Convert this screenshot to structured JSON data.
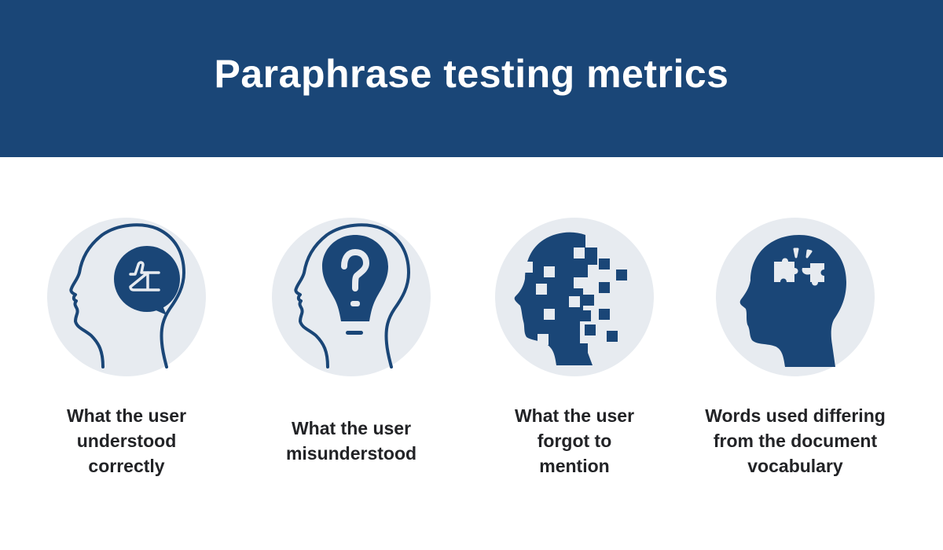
{
  "header": {
    "title": "Paraphrase testing metrics",
    "background_color": "#1a4677"
  },
  "metrics": [
    {
      "icon": "head-thumbs-up-speech-bubble-icon",
      "caption_lines": [
        "What the user",
        "understood",
        "correctly"
      ]
    },
    {
      "icon": "head-lightbulb-question-icon",
      "caption_lines": [
        "What the user",
        "misunderstood"
      ]
    },
    {
      "icon": "head-dissolving-pixels-icon",
      "caption_lines": [
        "What the user",
        "forgot to",
        "mention"
      ]
    },
    {
      "icon": "head-puzzle-pieces-icon",
      "caption_lines": [
        "Words used differing",
        "from the document",
        "vocabulary"
      ]
    }
  ],
  "colors": {
    "icon_primary": "#1a4677",
    "circle_bg": "#e7ebf0",
    "caption_text": "#222326"
  }
}
